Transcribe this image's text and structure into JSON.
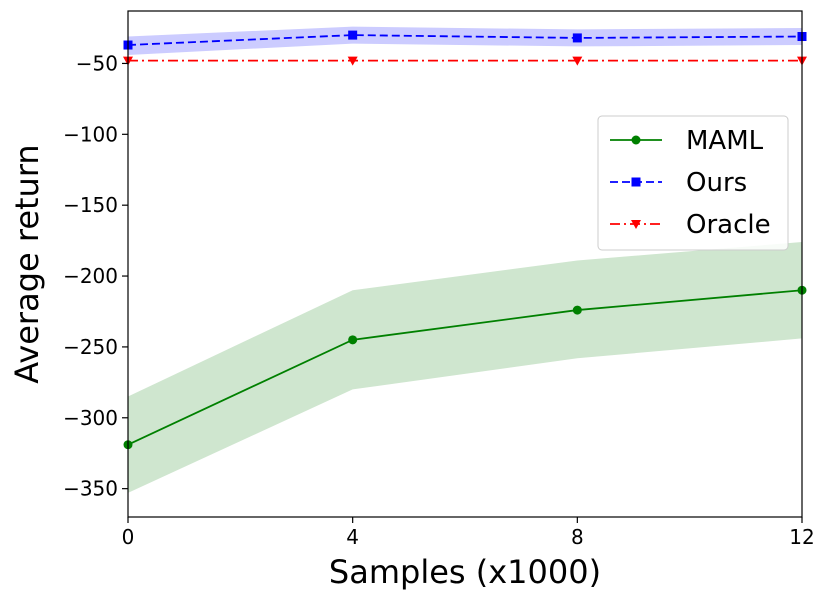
{
  "chart_data": {
    "type": "line",
    "xlabel": "Samples (x1000)",
    "ylabel": "Average return",
    "xlim": [
      0,
      12
    ],
    "ylim": [
      -370,
      -13
    ],
    "x_ticks": [
      0,
      4,
      8,
      12
    ],
    "y_ticks": [
      -50,
      -100,
      -150,
      -200,
      -250,
      -300,
      -350
    ],
    "x_tick_labels": [
      "0",
      "4",
      "8",
      "12"
    ],
    "y_tick_labels": [
      "−50",
      "−100",
      "−150",
      "−200",
      "−250",
      "−300",
      "−350"
    ],
    "grid": false,
    "legend_position": "upper-right",
    "x": [
      0,
      4,
      8,
      12
    ],
    "series": [
      {
        "name": "MAML",
        "values": [
          -319,
          -245,
          -224,
          -210
        ],
        "lower": [
          -353,
          -280,
          -258,
          -244
        ],
        "upper": [
          -285,
          -210,
          -189,
          -176
        ],
        "color": "#008000",
        "band_color": "#cfe6cf",
        "line_style": "solid",
        "marker": "circle"
      },
      {
        "name": "Ours",
        "values": [
          -37,
          -30,
          -32,
          -31
        ],
        "lower": [
          -44,
          -36,
          -38,
          -37
        ],
        "upper": [
          -31,
          -24,
          -26,
          -25
        ],
        "color": "#0000ff",
        "band_color": "#ccccff",
        "line_style": "dashed",
        "marker": "square"
      },
      {
        "name": "Oracle",
        "values": [
          -48,
          -48,
          -48,
          -48
        ],
        "color": "#ff0000",
        "line_style": "dashdot",
        "marker": "triangle-down"
      }
    ]
  }
}
